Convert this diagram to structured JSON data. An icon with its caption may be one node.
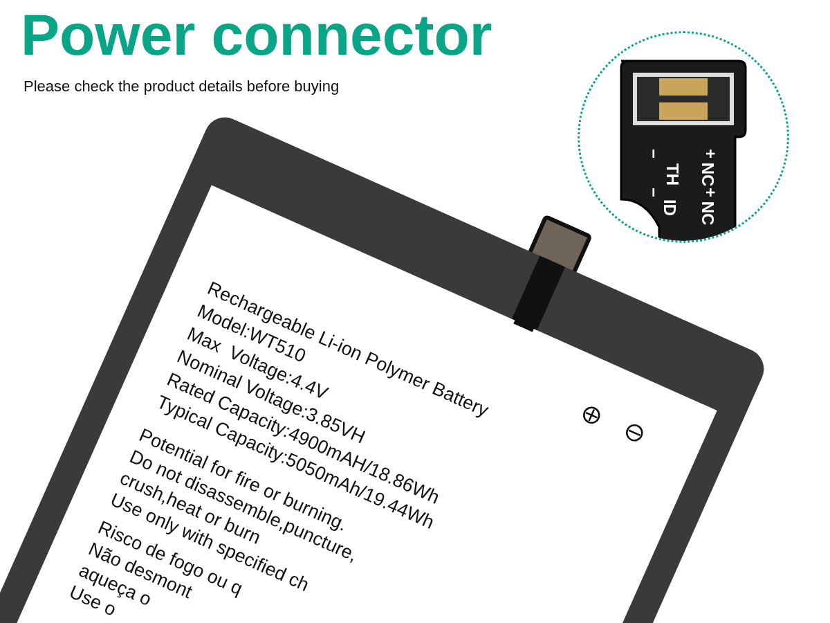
{
  "diagram": {
    "title": "Power connector",
    "labels": [
      "Please check the product details before buying",
      "−",
      "TH",
      "NC",
      "+",
      "−",
      "ID",
      "NC",
      "+",
      "Rechargeable Li-ion Polymer Battery",
      "Model:WT510",
      "Max  Voltage:4.4V",
      "Nominal Voltage:3.85VH",
      "Rated Capacity:4900mAH/18.86Wh",
      "Typical Capacity:5050mAh/19.44Wh",
      "Potential for fire or burning.",
      "Do not disassemble,puncture,",
      "crush,heat or burn",
      "Use only with specified ch",
      "Risco de fogo ou q",
      "Não desmont",
      "aqueça o",
      "Use o"
    ]
  }
}
